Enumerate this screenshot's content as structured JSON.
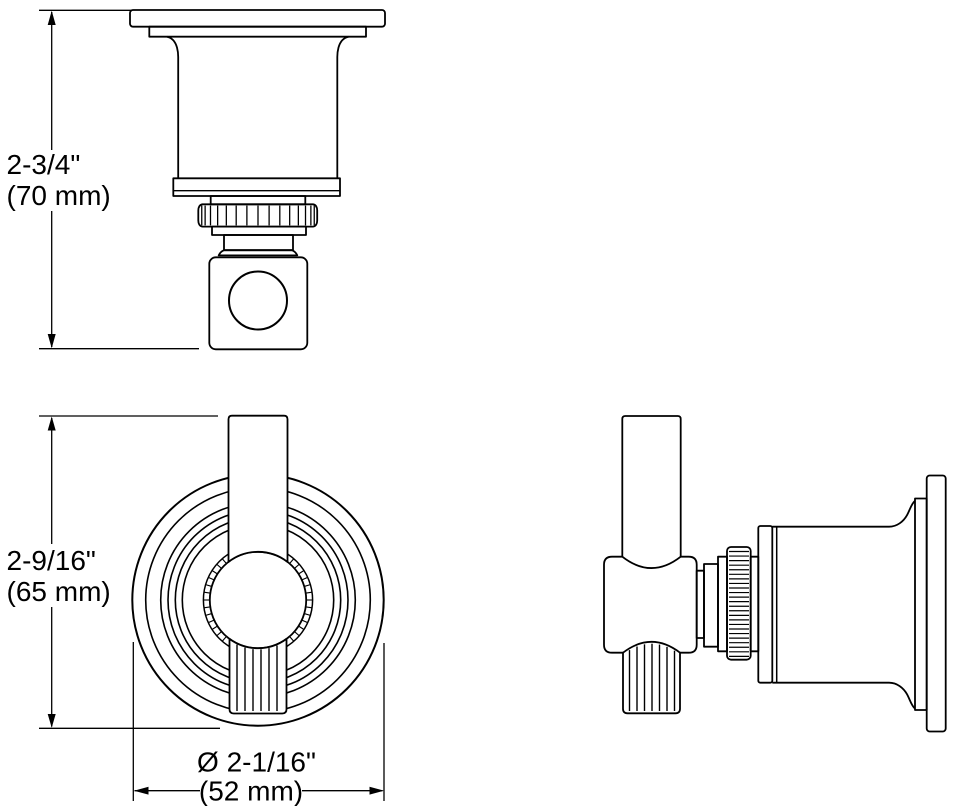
{
  "drawing": {
    "background": "#ffffff",
    "line_color": "#000000",
    "dimensions": {
      "side_height": {
        "inches": "2-3/4\"",
        "mm": "(70 mm)"
      },
      "front_height": {
        "inches": "2-9/16\"",
        "mm": "(65 mm)"
      },
      "front_diameter": {
        "inches": "Ø 2-1/16\"",
        "mm": "(52 mm)"
      }
    }
  }
}
